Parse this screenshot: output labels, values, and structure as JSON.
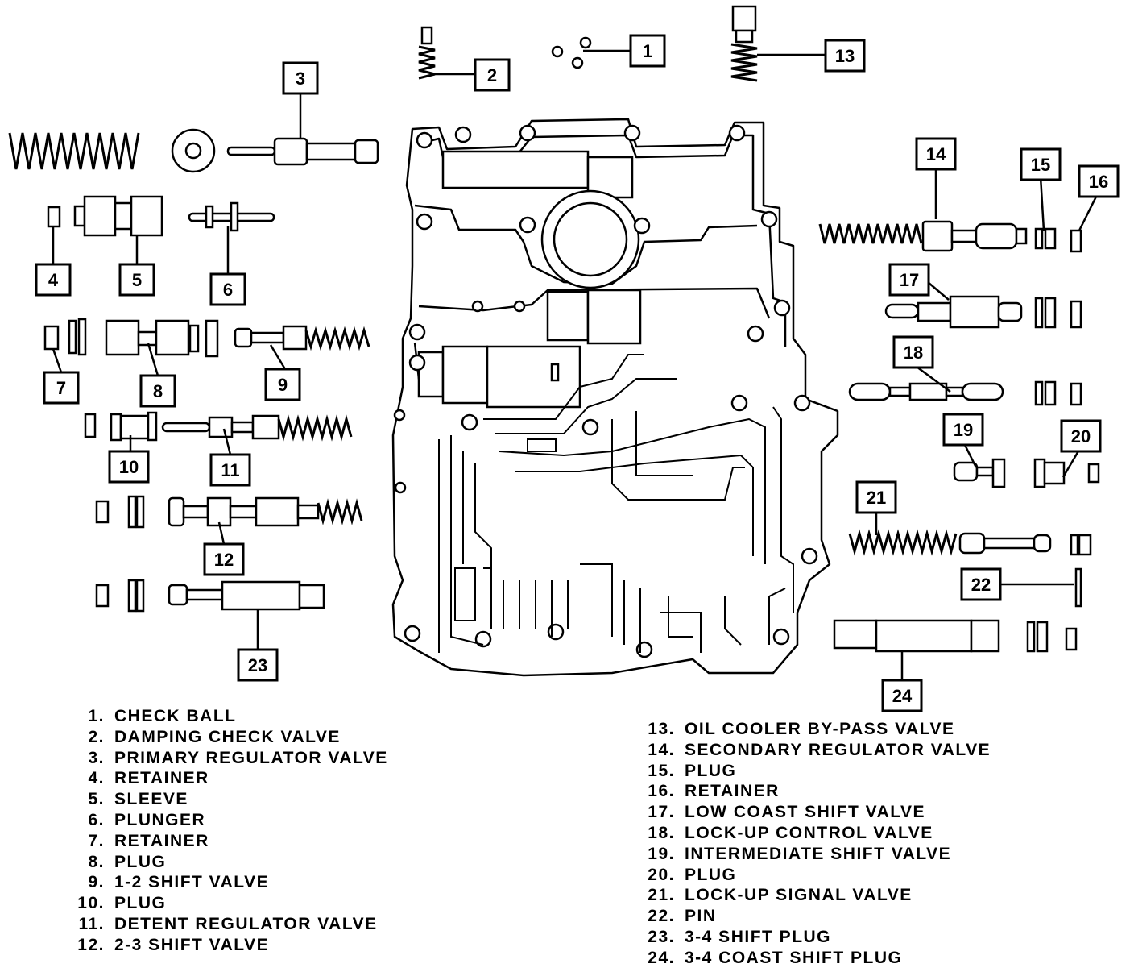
{
  "diagram": {
    "callouts": [
      "1",
      "2",
      "3",
      "4",
      "5",
      "6",
      "7",
      "8",
      "9",
      "10",
      "11",
      "12",
      "13",
      "14",
      "15",
      "16",
      "17",
      "18",
      "19",
      "20",
      "21",
      "22",
      "23",
      "24"
    ]
  },
  "legend": {
    "left": [
      {
        "num": "1.",
        "label": "CHECK BALL"
      },
      {
        "num": "2.",
        "label": "DAMPING CHECK VALVE"
      },
      {
        "num": "3.",
        "label": "PRIMARY REGULATOR VALVE"
      },
      {
        "num": "4.",
        "label": "RETAINER"
      },
      {
        "num": "5.",
        "label": "SLEEVE"
      },
      {
        "num": "6.",
        "label": "PLUNGER"
      },
      {
        "num": "7.",
        "label": "RETAINER"
      },
      {
        "num": "8.",
        "label": "PLUG"
      },
      {
        "num": "9.",
        "label": "1-2 SHIFT VALVE"
      },
      {
        "num": "10.",
        "label": "PLUG"
      },
      {
        "num": "11.",
        "label": "DETENT REGULATOR VALVE"
      },
      {
        "num": "12.",
        "label": "2-3 SHIFT VALVE"
      }
    ],
    "right": [
      {
        "num": "13.",
        "label": "OIL COOLER BY-PASS VALVE"
      },
      {
        "num": "14.",
        "label": "SECONDARY REGULATOR VALVE"
      },
      {
        "num": "15.",
        "label": "PLUG"
      },
      {
        "num": "16.",
        "label": "RETAINER"
      },
      {
        "num": "17.",
        "label": "LOW COAST SHIFT VALVE"
      },
      {
        "num": "18.",
        "label": "LOCK-UP CONTROL VALVE"
      },
      {
        "num": "19.",
        "label": "INTERMEDIATE SHIFT VALVE"
      },
      {
        "num": "20.",
        "label": "PLUG"
      },
      {
        "num": "21.",
        "label": "LOCK-UP SIGNAL VALVE"
      },
      {
        "num": "22.",
        "label": "PIN"
      },
      {
        "num": "23.",
        "label": "3-4 SHIFT PLUG"
      },
      {
        "num": "24.",
        "label": "3-4 COAST SHIFT PLUG"
      }
    ]
  }
}
